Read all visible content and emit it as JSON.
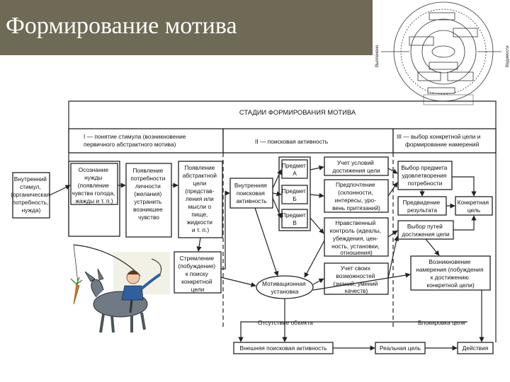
{
  "slide": {
    "title": "Формирование мотива"
  },
  "diagram": {
    "header": "СТАДИИ ФОРМИРОВАНИЯ МОТИВА",
    "stages": {
      "s1": [
        "I — понятие стимула (возникновение",
        "первичного абстрактного мотива)"
      ],
      "s2": [
        "II — поисковая активность"
      ],
      "s3": [
        "III — выбор конкретной цели и",
        "формирование намерений"
      ]
    },
    "nodes": {
      "inner": [
        "Внутренний",
        "стимул,",
        "(органическая",
        "потребность,",
        "нужда)"
      ],
      "aware": [
        "Осознание",
        "нужды",
        "(появление",
        "чувства голода,",
        "жажды и т. п.)"
      ],
      "need": [
        "Появление",
        "потребности",
        "личности",
        "(желания)",
        "устранить",
        "возникшее",
        "чувство"
      ],
      "goal": [
        "Появление",
        "абстрактной",
        "цели",
        "(представ-",
        "ления или",
        "мысли о",
        "пище,",
        "жидкости",
        "и т. п.)"
      ],
      "strive": [
        "Стремление",
        "(побуждение)",
        "к поиску",
        "конкретной",
        "цели"
      ],
      "inner_search": [
        "Внутренняя",
        "поисковая",
        "активность"
      ],
      "obj_a": [
        "Предмет",
        "А"
      ],
      "obj_b": [
        "Предмет",
        "Б"
      ],
      "obj_v": [
        "Предмет",
        "В"
      ],
      "cond": [
        "Учет условий",
        "достижения цели"
      ],
      "pref": [
        "Предпочтение",
        "(склонности,",
        "интересы, уро-",
        "вень притязаний)"
      ],
      "moral": [
        "Нравственный",
        "контроль (идеалы,",
        "убеждения, цен-",
        "ность, установки,",
        "отношения)"
      ],
      "abil": [
        "Учет своих",
        "возможностей",
        "(знаний, умений",
        "качеств)"
      ],
      "choose_obj": [
        "Выбор предмета",
        "удовлетворения",
        "потребности"
      ],
      "predict": [
        "Предвидение",
        "результата"
      ],
      "concrete": [
        "Конкретная",
        "цель"
      ],
      "path": [
        "Выбор путей",
        "достижения цели"
      ],
      "intent": [
        "Возникновение",
        "намерения (побуждения",
        "к достижению",
        "конкретной цели)"
      ],
      "motive_set": [
        "Мотивационная",
        "установка"
      ],
      "outer_search": [
        "Внешняя поисковая активность"
      ],
      "real_goal": [
        "Реальная цель"
      ],
      "action": [
        "Действия"
      ]
    },
    "labels": {
      "absence": "Отсутствие объекта",
      "block": "Блокировка цели"
    }
  },
  "thumbnail": {
    "labels": [
      "Выплачено",
      "Ведомости"
    ]
  }
}
